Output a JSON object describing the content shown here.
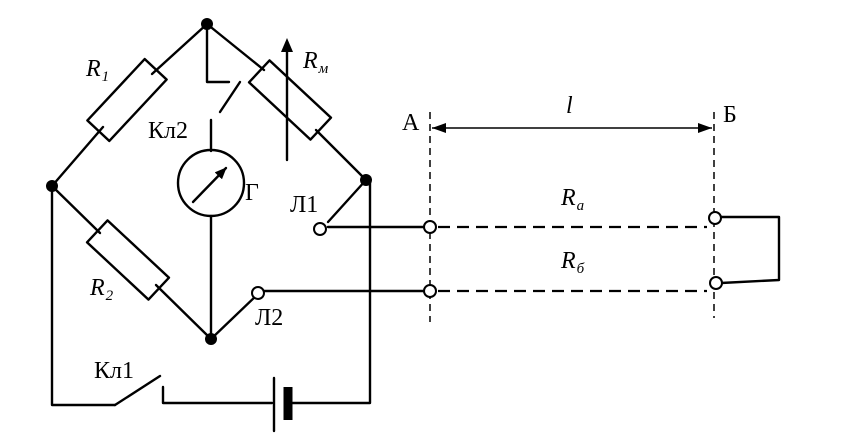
{
  "labels": {
    "r1": "R",
    "r1_sub": "1",
    "r2": "R",
    "r2_sub": "2",
    "rm": "R",
    "rm_sub": "м",
    "ra": "R",
    "ra_sub": "а",
    "rb": "R",
    "rb_sub": "б",
    "kl1": "Кл1",
    "kl2": "Кл2",
    "galvanometer": "Г",
    "l1": "Л1",
    "l2": "Л2",
    "point_a": "А",
    "point_b": "Б",
    "length": "l"
  }
}
